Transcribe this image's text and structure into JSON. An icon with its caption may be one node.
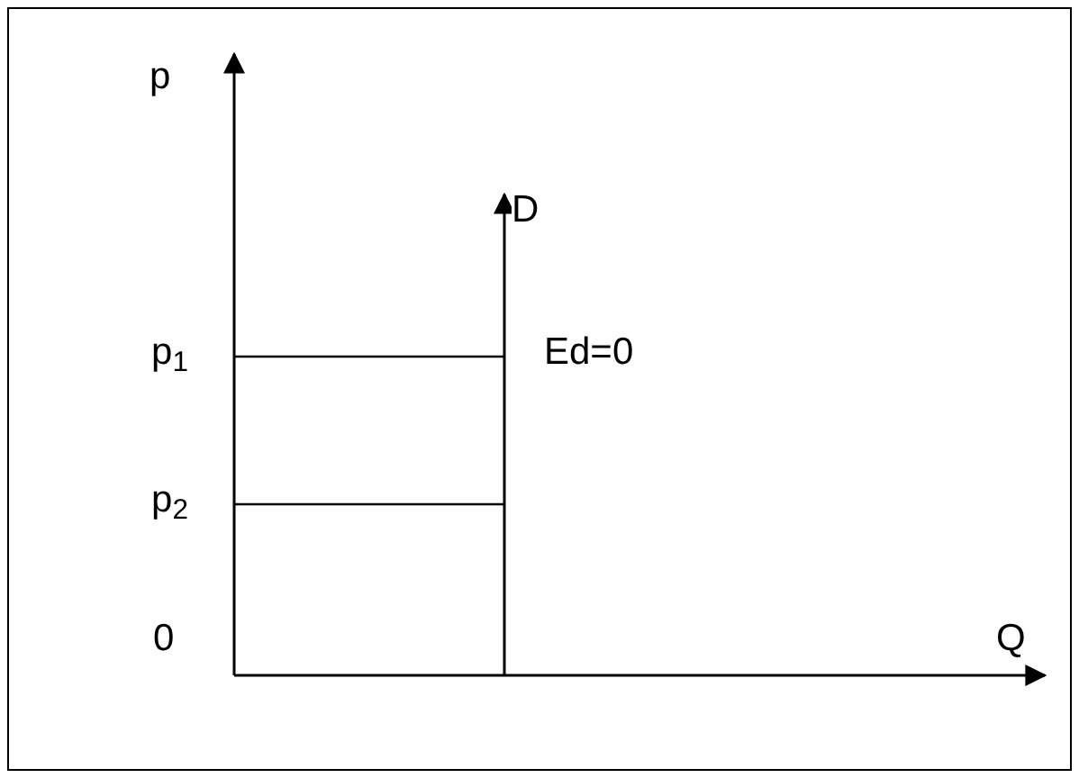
{
  "diagram": {
    "labels": [
      "p",
      "D",
      "p$_{1}$",
      "Ed=0",
      "p$_{2}$",
      "0",
      "Q"
    ]
  }
}
